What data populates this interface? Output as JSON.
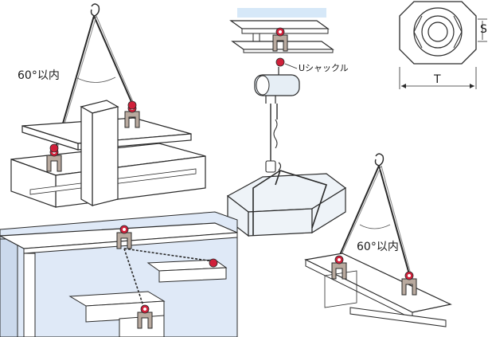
{
  "labels": {
    "angle_top_left": "60°以内",
    "angle_bottom_right": "60°以内",
    "shackle": "Uシャックル",
    "dimension_t": "T",
    "dimension_s": "S"
  },
  "colors": {
    "steel": "#ffffff",
    "outline": "#2a2a2a",
    "clamp": "#b9aa9f",
    "hoist_ring": "#d0203a",
    "hoist_body": "#e6eef5",
    "wall_blue": "#dfe9f7",
    "ceiling_blue": "#d6e8f8",
    "load_box": "#eef3f8"
  }
}
